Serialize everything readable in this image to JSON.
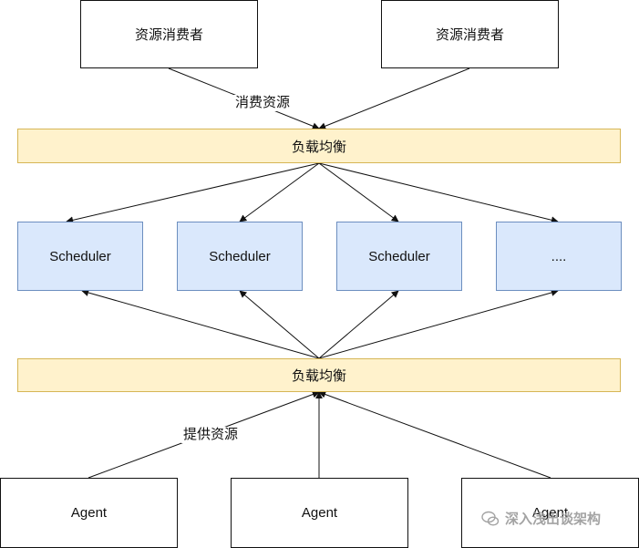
{
  "consumers": [
    "资源消费者",
    "资源消费者"
  ],
  "edge_labels": {
    "consume": "消费资源",
    "provide": "提供资源"
  },
  "load_balancer_top": "负载均衡",
  "schedulers": [
    "Scheduler",
    "Scheduler",
    "Scheduler",
    "...."
  ],
  "load_balancer_bottom": "负载均衡",
  "agents": [
    "Agent",
    "Agent",
    "Agent"
  ],
  "watermark": "深入浅出谈架构",
  "colors": {
    "load_balancer_fill": "#fff2cc",
    "load_balancer_border": "#d6b656",
    "scheduler_fill": "#dae8fc",
    "scheduler_border": "#6c8ebf",
    "line": "#111111"
  }
}
